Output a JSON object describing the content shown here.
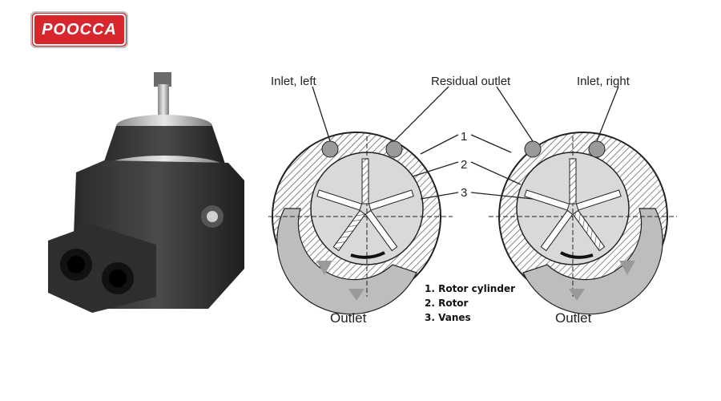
{
  "brand": {
    "logo_text": "POOCCA",
    "color": "#d7272d"
  },
  "diagram": {
    "labels": {
      "inlet_left": "Inlet, left",
      "residual_outlet": "Residual outlet",
      "inlet_right": "Inlet, right",
      "num1": "1",
      "num2": "2",
      "num3": "3",
      "outlet_left": "Outlet",
      "outlet_right": "Outlet"
    },
    "legend": [
      "1. Rotor cylinder",
      "2. Rotor",
      "3. Vanes"
    ]
  },
  "photo": {
    "subject": "vane-motor-photo"
  },
  "colors": {
    "hatch": "#555555",
    "arrow": "#9a9a9a",
    "dark": "#222222"
  }
}
